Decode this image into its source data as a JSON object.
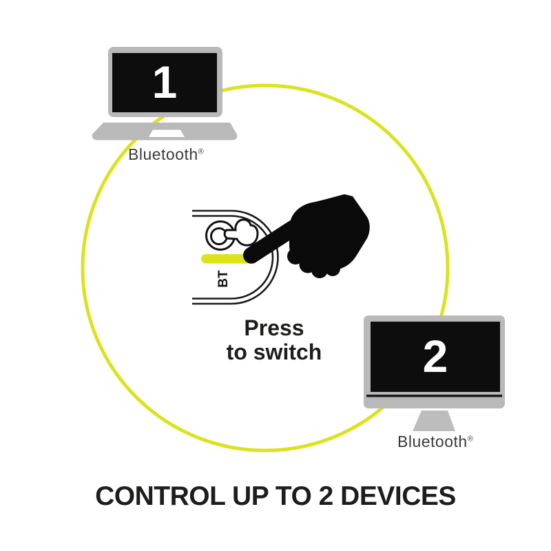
{
  "illustration": {
    "heading": "CONTROL UP TO 2 DEVICES",
    "devices": [
      {
        "id": "laptop",
        "number": "1",
        "label": "Bluetooth",
        "registered_mark": "®"
      },
      {
        "id": "monitor",
        "number": "2",
        "label": "Bluetooth",
        "registered_mark": "®"
      }
    ],
    "switch_button": {
      "port_label": "BT",
      "instruction_line1": "Press",
      "instruction_line2": "to switch"
    },
    "colors": {
      "accent_yellow": "#dce21e",
      "device_gray": "#b9b9b9",
      "screen_black": "#0d0d0d",
      "text_dark": "#1d1d1b"
    }
  }
}
